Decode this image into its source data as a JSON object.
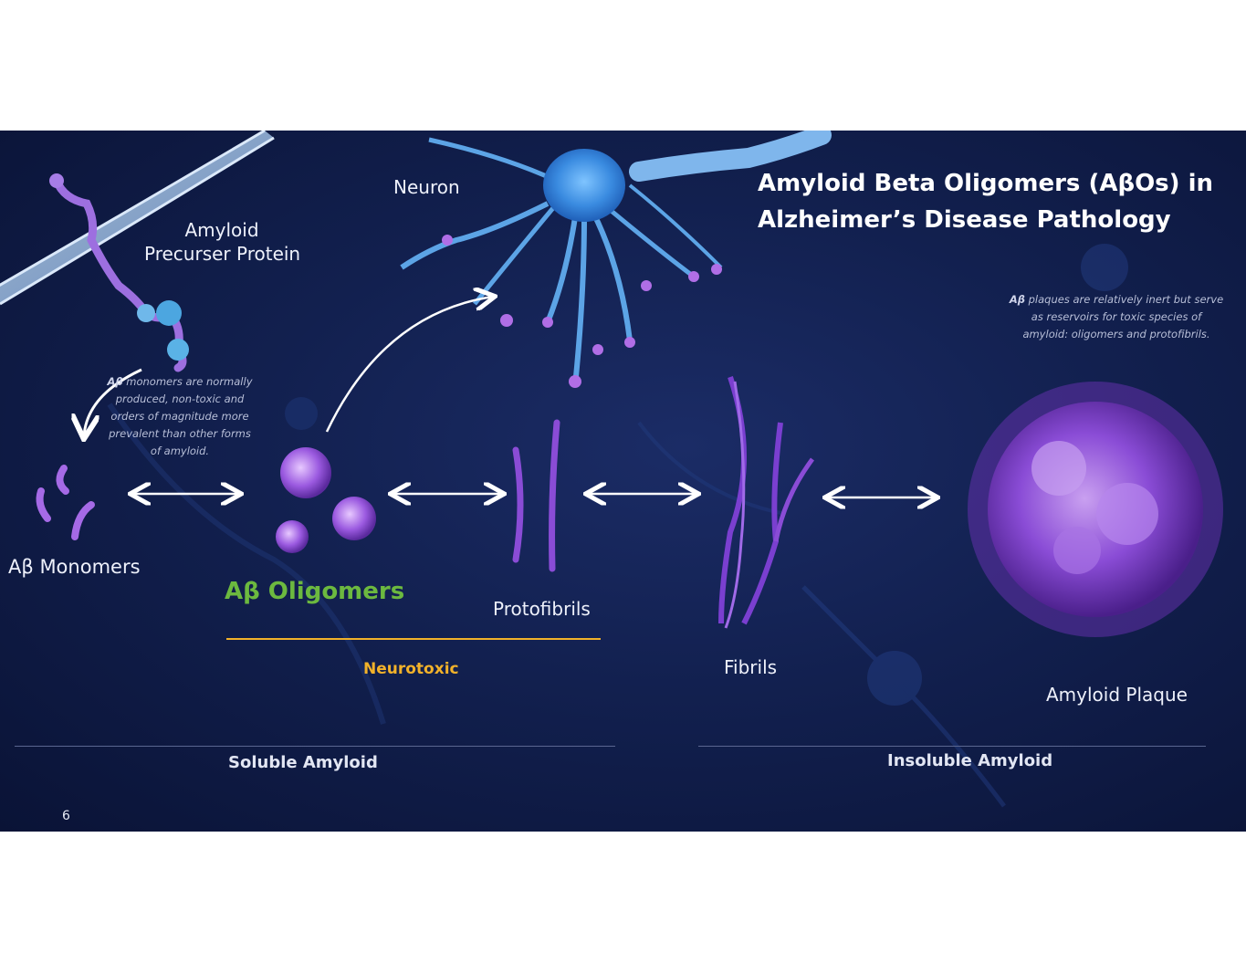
{
  "title": {
    "line1": "Amyloid Beta Oligomers (AβOs) in",
    "line2": "Alzheimer’s Disease Pathology"
  },
  "labels": {
    "neuron": "Neuron",
    "app_line1": "Amyloid",
    "app_line2": "Precurser Protein",
    "monomers": "Aβ Monomers",
    "oligomers": "Aβ Oligomers",
    "protofibrils": "Protofibrils",
    "fibrils": "Fibrils",
    "plaque": "Amyloid Plaque",
    "neurotoxic": "Neurotoxic",
    "soluble": "Soluble Amyloid",
    "insoluble": "Insoluble Amyloid",
    "page_number": "6"
  },
  "notes": {
    "monomer_bold": "Aβ",
    "monomer_text": " monomers are normally produced, non-toxic and orders of magnitude more prevalent than other forms of amyloid.",
    "plaque_bold": "Aβ",
    "plaque_text": " plaques are relatively inert but serve as reservoirs for toxic species of amyloid: oligomers and protofibrils."
  },
  "colors": {
    "background": "#12204f",
    "oligomer_label": "#6cb93f",
    "neurotoxic_label": "#f2b22a",
    "neuron": "#3f8fe0",
    "amyloid": "#8a4cd6"
  }
}
